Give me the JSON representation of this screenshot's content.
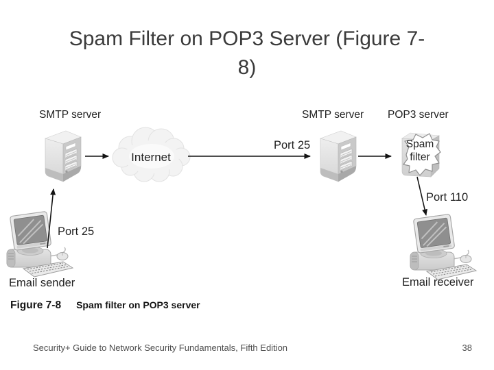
{
  "title": {
    "line1": "Spam Filter on POP3 Server (Figure 7-",
    "line2": "8)"
  },
  "figure": {
    "nodes": {
      "smtp_left": "SMTP server",
      "internet": "Internet",
      "smtp_right": "SMTP server",
      "pop3": "POP3 server",
      "spam_line1": "Spam",
      "spam_line2": "filter",
      "email_sender": "Email sender",
      "email_receiver": "Email receiver"
    },
    "edges": {
      "port25_sender": "Port 25",
      "port25_internet": "Port 25",
      "port110": "Port 110"
    },
    "caption_label": "Figure 7-8",
    "caption_text": "Spam filter on POP3 server"
  },
  "footer": {
    "text": "Security+ Guide to Network Security Fundamentals, Fifth Edition",
    "page": "38"
  },
  "colors": {
    "title_text": "#3b3b3b",
    "diagram_text": "#1f1f1f",
    "footer_text": "#4d4d4d",
    "arrow": "#141414",
    "server_light": "#eeeeee",
    "server_mid": "#d5d5d5",
    "server_side": "#c9c9c9",
    "pedestal": "#b3b3b3",
    "cloud_fill": "#f3f3f3",
    "screen": "#8f8f8f"
  }
}
